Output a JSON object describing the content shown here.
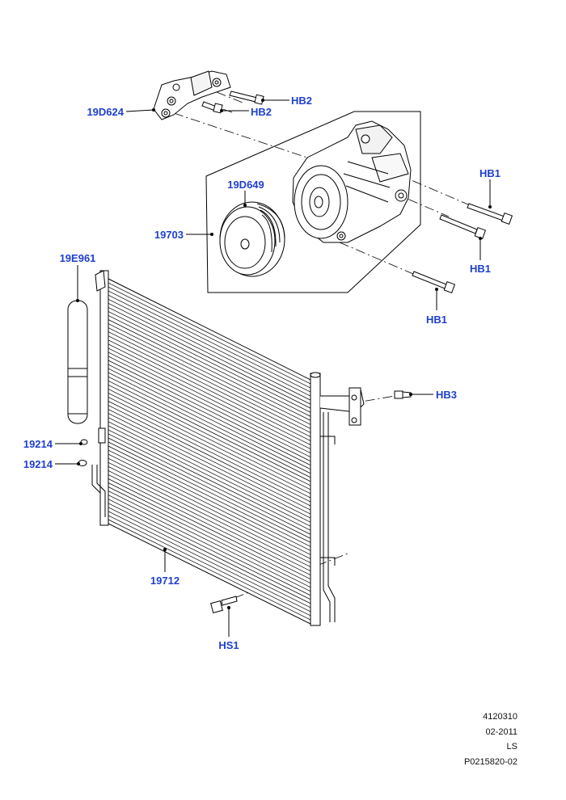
{
  "callouts": {
    "bracket": "19D624",
    "hb2_top": "HB2",
    "hb2_mid": "HB2",
    "hb1_top": "HB1",
    "hb1_mid": "HB1",
    "hb1_low": "HB1",
    "pulley": "19D649",
    "compressor": "19703",
    "dryer": "19E961",
    "oring_top": "19214",
    "oring_bottom": "19214",
    "hb3": "HB3",
    "condenser": "19712",
    "hs1": "HS1"
  },
  "info_block": {
    "line1": "4120310",
    "line2": "02-2011",
    "line3": "LS",
    "line4": "P0215820-02"
  },
  "colors": {
    "label_blue": "#1f3fcf",
    "line": "#000000"
  }
}
